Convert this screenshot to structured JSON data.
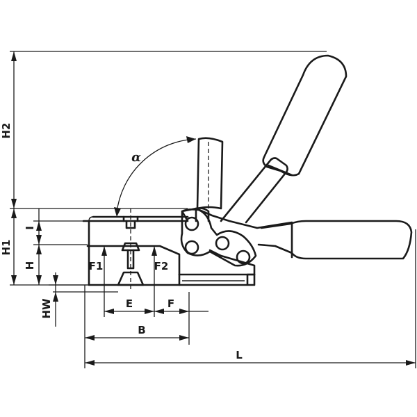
{
  "dimension_labels": {
    "h2": "H2",
    "h1": "H1",
    "i": "I",
    "h": "H",
    "hw": "HW",
    "f1": "F1",
    "f2": "F2",
    "e": "E",
    "f": "F",
    "b": "B",
    "l": "L",
    "alpha": "α"
  }
}
